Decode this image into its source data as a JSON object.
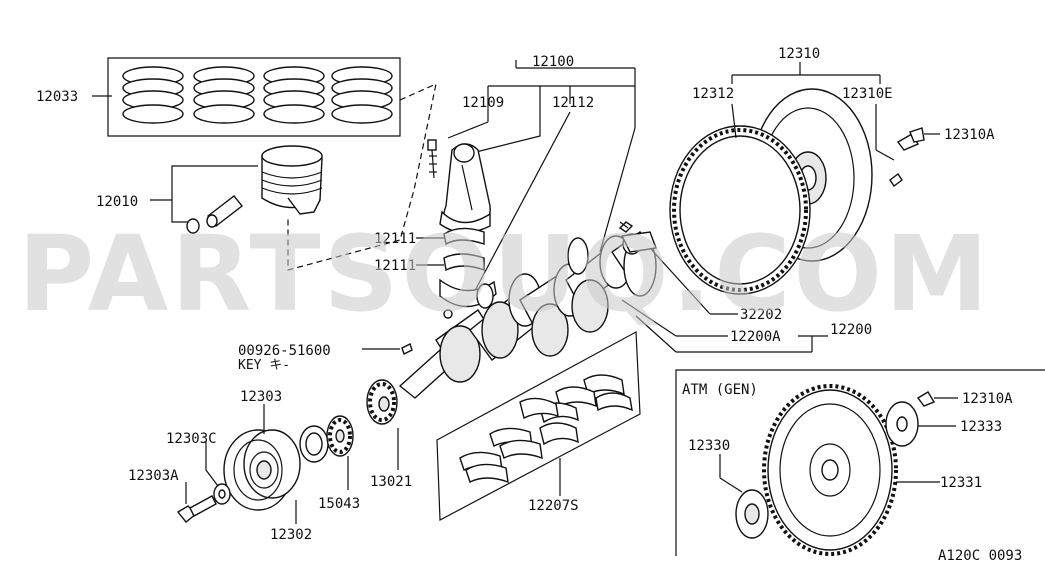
{
  "watermark": "PARTSOUQ.COM",
  "callouts": {
    "p12033": "12033",
    "p12010": "12010",
    "p12100": "12100",
    "p12109": "12109",
    "p12112": "12112",
    "p12111a": "12111",
    "p12111b": "12111",
    "p12310": "12310",
    "p12312": "12312",
    "p12310E": "12310E",
    "p12310A": "12310A",
    "p32202": "32202",
    "p12200A": "12200A",
    "p12200": "12200",
    "p00926": "00926-51600",
    "key": "KEY キ-",
    "p12303": "12303",
    "p12303C": "12303C",
    "p12303A": "12303A",
    "p12302": "12302",
    "p15043": "15043",
    "p13021": "13021",
    "p12207S": "12207S",
    "atm_title": "ATM (GEN)",
    "atm_12310A": "12310A",
    "atm_12333": "12333",
    "atm_12330": "12330",
    "atm_12331": "12331"
  },
  "diagram_code": "A120C 0093"
}
